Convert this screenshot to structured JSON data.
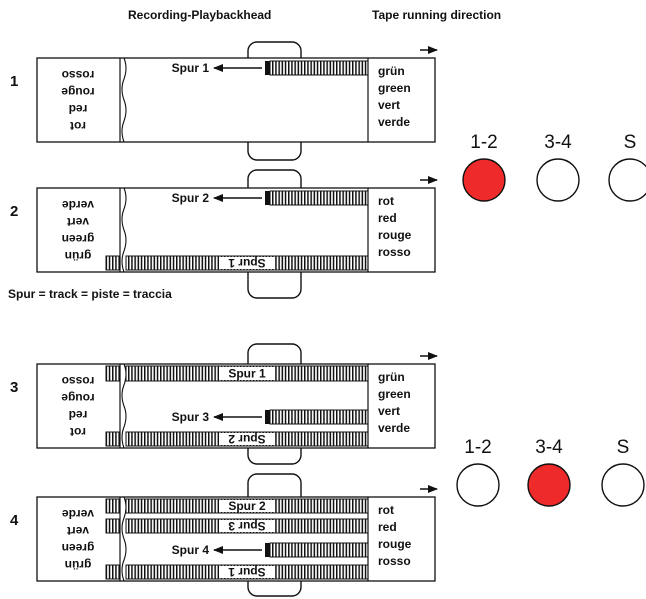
{
  "header": {
    "head_label": "Recording-Playbackhead",
    "direction_label": "Tape running direction"
  },
  "track_note": "Spur = track = piste = traccia",
  "colors": {
    "active": "#ee2a2a",
    "ink": "#111111"
  },
  "configs": [
    {
      "label": "1",
      "left_words": [
        "rosso",
        "rouge",
        "red",
        "rot"
      ],
      "right_words": [
        "grün",
        "green",
        "vert",
        "verde"
      ],
      "recording_spur": "Spur 1",
      "backward_spurs": []
    },
    {
      "label": "2",
      "left_words": [
        "verde",
        "vert",
        "green",
        "grün"
      ],
      "right_words": [
        "rot",
        "red",
        "rouge",
        "rosso"
      ],
      "recording_spur": "Spur 2",
      "backward_spurs": [
        "Spur 1"
      ]
    },
    {
      "label": "3",
      "left_words": [
        "rosso",
        "rouge",
        "red",
        "rot"
      ],
      "right_words": [
        "grün",
        "green",
        "vert",
        "verde"
      ],
      "recording_spur": "Spur 3",
      "backward_spurs": [
        "Spur 1",
        "Spur 2"
      ]
    },
    {
      "label": "4",
      "left_words": [
        "verde",
        "vert",
        "green",
        "grün"
      ],
      "right_words": [
        "rot",
        "red",
        "rouge",
        "rosso"
      ],
      "recording_spur": "Spur 4",
      "backward_spurs": [
        "Spur 2",
        "Spur 3",
        "Spur 1"
      ]
    }
  ],
  "selectors": [
    {
      "buttons": [
        {
          "label": "1-2",
          "active": true
        },
        {
          "label": "3-4",
          "active": false
        },
        {
          "label": "S",
          "active": false
        }
      ]
    },
    {
      "buttons": [
        {
          "label": "1-2",
          "active": false
        },
        {
          "label": "3-4",
          "active": true
        },
        {
          "label": "S",
          "active": false
        }
      ]
    }
  ]
}
